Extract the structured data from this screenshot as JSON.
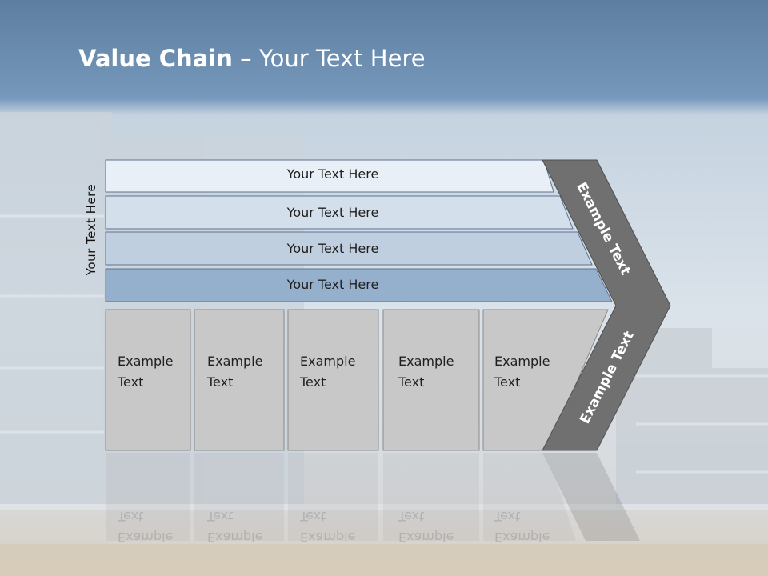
{
  "title": {
    "bold": "Value Chain",
    "rest": " – Your Text Here"
  },
  "side_label": "Your Text Here",
  "bars": [
    "Your Text Here",
    "Your Text Here",
    "Your Text Here",
    "Your Text Here"
  ],
  "boxes": [
    {
      "line1": "Example",
      "line2": "Text"
    },
    {
      "line1": "Example",
      "line2": "Text"
    },
    {
      "line1": "Example",
      "line2": "Text"
    },
    {
      "line1": "Example",
      "line2": "Text"
    },
    {
      "line1": "Example",
      "line2": "Text"
    }
  ],
  "chevron_upper": "Example Text",
  "chevron_lower": "Example Text",
  "colors": {
    "header": "#7092b6",
    "bar1": "#e9eff6",
    "bar2": "#d3dfeb",
    "bar3": "#bfcfdf",
    "bar4": "#94b0cc",
    "box": "#c8c8c8",
    "chevron": "#707070"
  }
}
